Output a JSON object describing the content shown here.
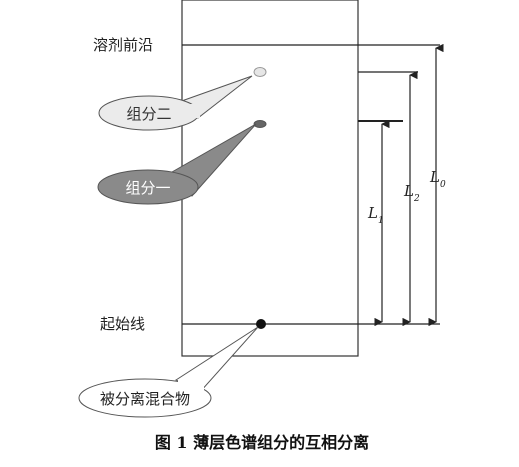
{
  "labels": {
    "solvent_front": "溶剂前沿",
    "start_line": "起始线"
  },
  "bubbles": {
    "component_two": "组分二",
    "component_one": "组分一",
    "mixture": "被分离混合物"
  },
  "distances": {
    "L1": {
      "main": "L",
      "sub": "1"
    },
    "L2": {
      "main": "L",
      "sub": "2"
    },
    "L0": {
      "main": "L",
      "sub": "0"
    }
  },
  "caption": "图 1 薄层色谱组分的互相分离",
  "colors": {
    "component_two_fill": "#ebebeb",
    "component_one_fill": "#8a8a8a",
    "mixture_fill": "#ffffff",
    "line": "#222222"
  }
}
